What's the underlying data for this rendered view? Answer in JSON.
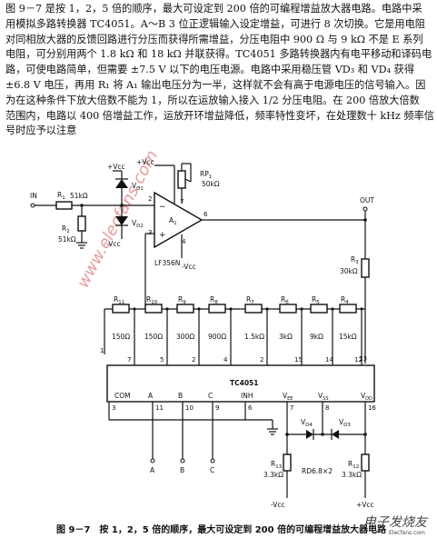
{
  "paragraph": {
    "lines": [
      "图 9－7 是按 1，2，5 倍的顺序，最大可设定到 200 倍的可编程增益放大器电路。电路中采",
      "用模拟多路转换器 TC4051。A～B 3 位正逻辑输入设定增益，可进行 8 次切换。它是用电阻",
      "对同相放大器的反馈回路进行分压而获得所需增益，分压电阻中 900 Ω 与 9 kΩ 不是 E 系列",
      "电阻，可分别用两个 1.8 kΩ 和 18 kΩ 并联获得。TC4051 多路转换器内有电平移动和译码电",
      "路，可使电路简单，但需要 ±7.5 V 以下的电压电源。电路中采用稳压管 VD₃ 和 VD₄ 获得",
      "±6.8 V 电压，再用 R₁ 将 A₁ 输出电压分为一半，这样就不会有高于电源电压的信号输入。因",
      "为在这种条件下放大倍数不能为 1，所以在运放输入接入 1/2 分压电阻。在 200 倍放大倍数",
      "范围内，电路以 400 倍增益工作，运放开环增益降低，频率特性变坏，在处理数十 kHz 频率信",
      "号时应予以注意"
    ]
  },
  "schematic": {
    "labels": {
      "vcc_pos_top": "+Vcc",
      "vd1": "V",
      "vd1_sub": "D1",
      "vd2": "V",
      "vd2_sub": "D2",
      "vcc_neg_left": "-Vcc",
      "in": "IN",
      "r1": "R",
      "r1_sub": "1",
      "r1_val": "51kΩ",
      "r2": "R",
      "r2_sub": "2",
      "r2_val": "51kΩ",
      "rp1": "RP",
      "rp1_sub": "1",
      "rp1_val": "50kΩ",
      "vcc_pos_amp": "+Vcc",
      "vcc_neg_amp": "-Vcc",
      "amp": "A",
      "amp_sub": "1",
      "amp_model": "LF356N",
      "pin2": "2",
      "pin3": "3",
      "pin4": "4",
      "pin6": "6",
      "pin7": "7",
      "out": "OUT",
      "r3": "R",
      "r3_sub": "3",
      "r3_val": "30kΩ",
      "ic_name": "TC4051",
      "vd4": "V",
      "vd4_sub": "D4",
      "vd3": "V",
      "vd3_sub": "D3",
      "rd": "RD6.8×2",
      "r13": "R",
      "r13_sub": "13",
      "r13_val": "3.3kΩ",
      "r12": "R",
      "r12_sub": "12",
      "r12_val": "3.3kΩ",
      "vcc_neg_bottom": "-Vcc",
      "vcc_pos_bottom": "+Vcc",
      "in_a": "A",
      "in_b": "B",
      "in_c": "C"
    },
    "ladder": [
      {
        "name": "R",
        "sub": "11",
        "value": "150Ω",
        "pin": "7"
      },
      {
        "name": "R",
        "sub": "10",
        "value": "150Ω",
        "pin": "5"
      },
      {
        "name": "R",
        "sub": "9",
        "value": "300Ω",
        "pin": "2"
      },
      {
        "name": "R",
        "sub": "8",
        "value": "900Ω",
        "pin": "4"
      },
      {
        "name": "R",
        "sub": "7",
        "value": "1.5kΩ",
        "pin": "2"
      },
      {
        "name": "R",
        "sub": "6",
        "value": "3kΩ",
        "pin": "15"
      },
      {
        "name": "R",
        "sub": "5",
        "value": "9kΩ",
        "pin": "14"
      },
      {
        "name": "R",
        "sub": "4",
        "value": "15kΩ",
        "pin": "12"
      }
    ],
    "ic_top_pin_extra": "1",
    "ic_top_pin_extra2": "13",
    "ic_bottom_pins": [
      {
        "name": "COM",
        "pin": "3"
      },
      {
        "name": "A",
        "pin": "11"
      },
      {
        "name": "B",
        "pin": "10"
      },
      {
        "name": "C",
        "pin": "9"
      },
      {
        "name": "INH",
        "pin": "6"
      },
      {
        "name": "V",
        "sub": "EE",
        "pin": "7"
      },
      {
        "name": "V",
        "sub": "SS",
        "pin": "8"
      },
      {
        "name": "V",
        "sub": "DD",
        "pin": "16"
      }
    ]
  },
  "caption": "图 9－7　按 1，2，5 倍的顺序，最大可设定到 200 倍的可编程增益放大器电路",
  "watermark": {
    "diagonal": "www.elecfans.com",
    "corner": "电子发烧友",
    "corner_url": "Elecfans.com"
  }
}
